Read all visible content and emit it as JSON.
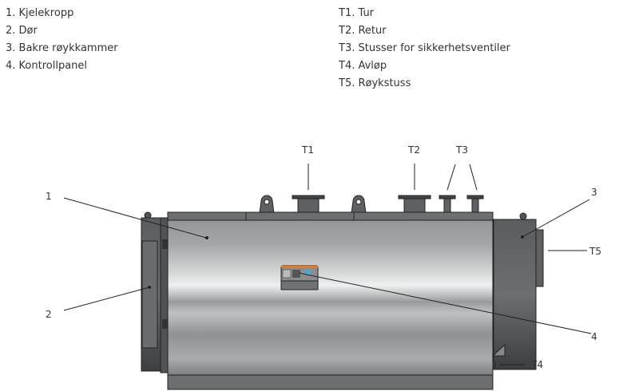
{
  "legend_parts": [
    "1. Kjelekropp",
    "2. Dør",
    "3. Bakre røykkammer",
    "4. Kontrollpanel"
  ],
  "legend_connections": [
    "T1. Tur",
    "T2. Retur",
    "T3. Stusser for sikkerhetsventiler",
    "T4. Avløp",
    "T5. Røykstuss"
  ],
  "callouts": {
    "c1": "1",
    "c2": "2",
    "c3": "3",
    "c4": "4",
    "t1": "T1",
    "t2": "T2",
    "t3": "T3",
    "t4": "T4",
    "t5": "T5"
  },
  "colors": {
    "body_light": "#e2e3e3",
    "body_dark": "#8b8d8f",
    "steel_dark": "#4a4c4e",
    "panel_orange": "#e07a2a",
    "display_blue": "#3ab0d8"
  }
}
